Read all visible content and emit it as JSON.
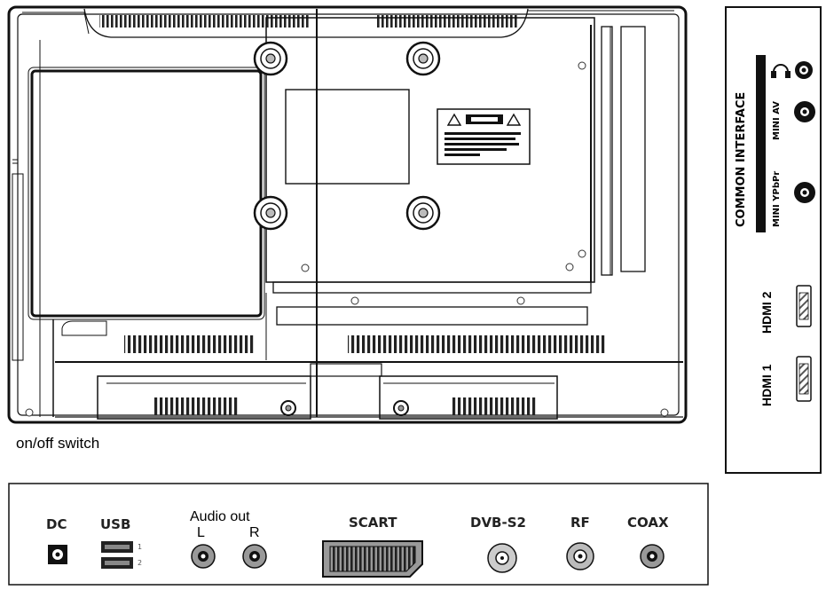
{
  "labels": {
    "on_off_switch": "on/off switch",
    "dc": "DC",
    "usb": "USB",
    "usb_port_1": "1",
    "usb_port_2": "2",
    "audio_out": "Audio out",
    "audio_l": "L",
    "audio_r": "R",
    "scart": "SCART",
    "dvb_s2": "DVB-S2",
    "rf": "RF",
    "coax": "COAX",
    "common_interface": "COMMON INTERFACE",
    "mini_ypbpr": "MINI YPbPr",
    "mini_av": "MINI AV",
    "hdmi_1": "HDMI 1",
    "hdmi_2": "HDMI 2"
  },
  "icons": {
    "headphone": "headphone-icon",
    "warning": "warning-triangle-icon"
  }
}
